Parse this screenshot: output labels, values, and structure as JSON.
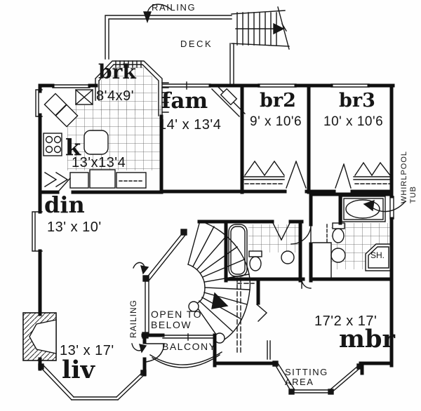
{
  "plan": {
    "annotations": {
      "railing_top": "RAILING",
      "deck": "DECK",
      "railing_mid": "RAILING",
      "open_below_1": "OPEN TO",
      "open_below_2": "BELOW",
      "balcony": "BALCONY",
      "sitting_1": "SITTING",
      "sitting_2": "AREA",
      "whirlpool_1": "WHIRLPOOL",
      "whirlpool_2": "TUB",
      "shower": "SH."
    },
    "rooms": {
      "brk": {
        "name": "brk",
        "dims": "8'4x9'"
      },
      "fam": {
        "name": "fam",
        "dims": "14' x 13'4"
      },
      "br2": {
        "name": "br2",
        "dims": "9' x 10'6"
      },
      "br3": {
        "name": "br3",
        "dims": "10' x 10'6"
      },
      "k": {
        "name": "k",
        "dims": "13'x13'4"
      },
      "din": {
        "name": "din",
        "dims": "13' x 10'"
      },
      "liv": {
        "name": "liv",
        "dims": "13' x 17'"
      },
      "mbr": {
        "name": "mbr",
        "dims": "17'2 x 17'"
      }
    },
    "colors": {
      "ink": "#161616",
      "paper": "#fefefe"
    }
  }
}
